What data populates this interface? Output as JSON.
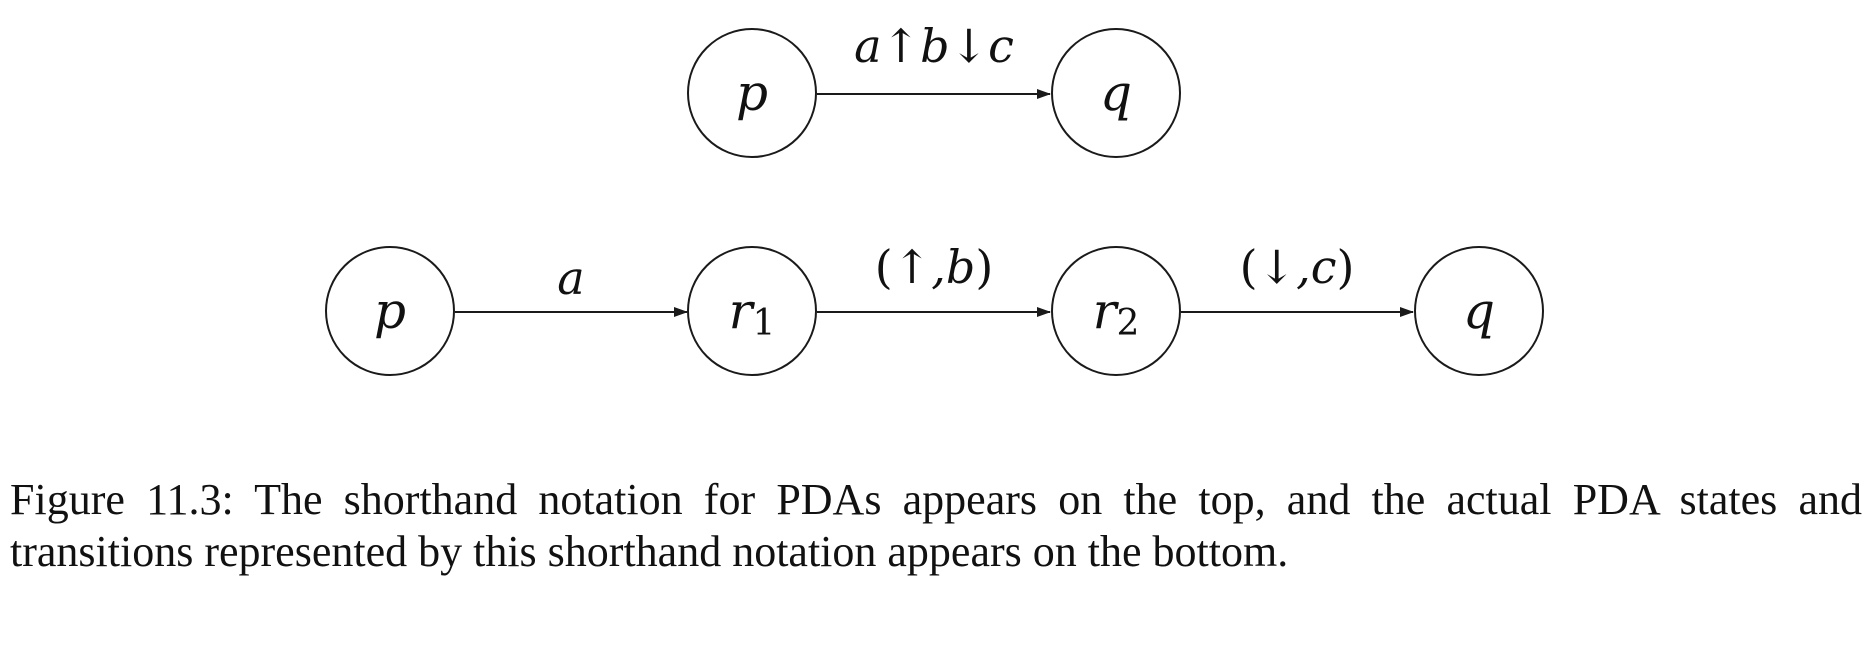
{
  "top": {
    "states": {
      "p": "p",
      "q": "q"
    },
    "edge_label": {
      "input": "a",
      "pop_arrow": "↑",
      "pop_symbol": "b",
      "push_arrow": "↓",
      "push_symbol": "c"
    }
  },
  "bottom": {
    "states": {
      "p": "p",
      "r1": "r",
      "r1_sub": "1",
      "r2": "r",
      "r2_sub": "2",
      "q": "q"
    },
    "edges": {
      "p_r1": "a",
      "r1_r2": {
        "open": "(",
        "arrow": "↑",
        "comma": ",",
        "symbol": "b",
        "close": ")"
      },
      "r2_q": {
        "open": "(",
        "arrow": "↓",
        "comma": ",",
        "symbol": "c",
        "close": ")"
      }
    }
  },
  "caption": "Figure 11.3: The shorthand notation for PDAs appears on the top, and the actual PDA states and transitions represented by this shorthand notation appears on the bottom."
}
